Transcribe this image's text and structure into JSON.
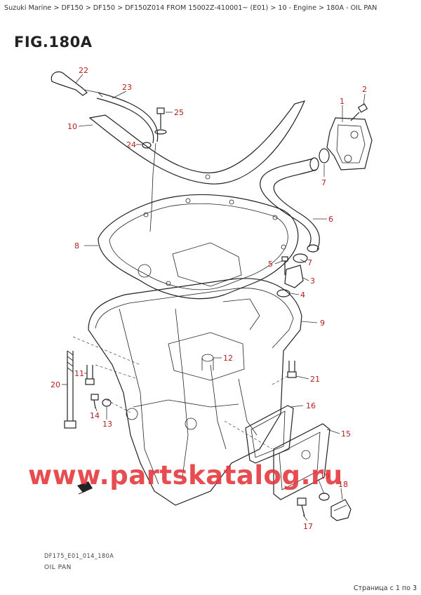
{
  "breadcrumb": "Suzuki Marine > DF150 > DF150 > DF150Z014 FROM 15002Z-410001~ (E01) > 10 - Engine > 180A - OIL PAN",
  "figure_title": "FIG.180A",
  "footer": {
    "code": "DF175_E01_014_180A",
    "name": "OIL PAN",
    "page_indicator": "Страница с 1 по 3"
  },
  "watermark": "www.partskatalog.ru",
  "callouts": {
    "p1": "1",
    "p2": "2",
    "p3": "3",
    "p4": "4",
    "p5": "5",
    "p6": "6",
    "p7a": "7",
    "p7b": "7",
    "p8": "8",
    "p9": "9",
    "p10": "10",
    "p11": "11",
    "p12": "12",
    "p13": "13",
    "p14": "14",
    "p15": "15",
    "p16": "16",
    "p17": "17",
    "p18": "18",
    "p19": "19",
    "p20": "20",
    "p21": "21",
    "p22": "22",
    "p23": "23",
    "p24": "24",
    "p25": "25"
  },
  "colors": {
    "callout": "#b32020",
    "watermark": "#e4343a",
    "line": "#222222"
  }
}
